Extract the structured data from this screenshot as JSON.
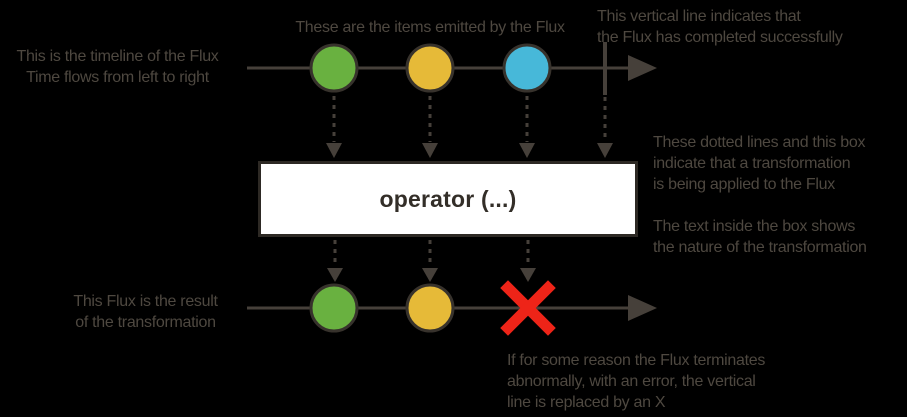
{
  "colors": {
    "background": "#000000",
    "annotation_text": "#4e4840",
    "line": "#46403a",
    "circle_border": "#37322c",
    "item_green": "#69b140",
    "item_yellow": "#e6ba38",
    "item_blue": "#47b8d9",
    "error_red": "#ee2418",
    "operator_box_bg": "#ffffff",
    "operator_box_border": "#2d2924",
    "operator_text": "#332e28"
  },
  "operator": {
    "label": "operator (...)"
  },
  "annotations": {
    "timeline_note": {
      "lines": [
        "This is the timeline of the Flux",
        "Time flows from left to right"
      ]
    },
    "items_note": {
      "lines": [
        "These are the items emitted by the Flux"
      ]
    },
    "complete_note": {
      "lines": [
        "This vertical line indicates that",
        "the Flux has completed successfully"
      ]
    },
    "transform_note": {
      "lines": [
        "These dotted lines and this box",
        "indicate that a transformation",
        "is being applied to the Flux"
      ]
    },
    "box_text_note": {
      "lines": [
        "The text inside the box shows",
        "the nature of the transformation"
      ]
    },
    "result_note": {
      "lines": [
        "This Flux is the result",
        "of the transformation"
      ]
    },
    "error_note": {
      "lines": [
        "If for some reason the Flux terminates",
        "abnormally, with an error, the vertical",
        "line is replaced by an X"
      ]
    }
  }
}
